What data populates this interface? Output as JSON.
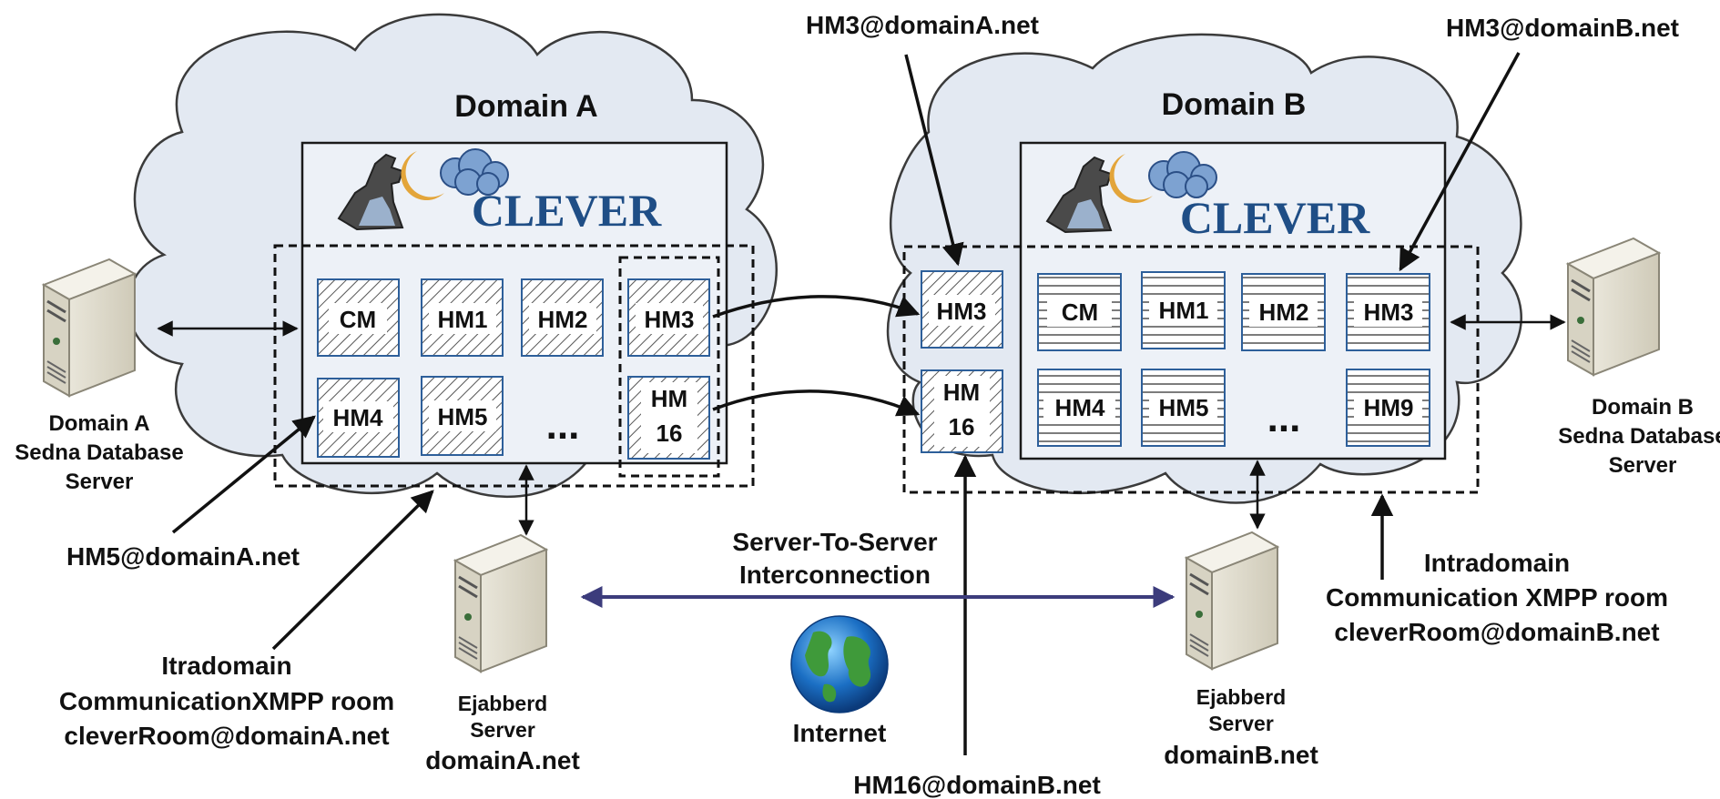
{
  "domainA": {
    "title": "Domain A",
    "brand": "CLEVER",
    "nodes": [
      "CM",
      "HM1",
      "HM2",
      "HM3",
      "HM4",
      "HM5",
      "HM",
      "16"
    ],
    "ellipsis": "...",
    "db_label": [
      "Domain A",
      "Sedna Database",
      "Server"
    ],
    "ejabberd_label": [
      "Ejabberd",
      "Server"
    ],
    "ejabberd_domain": "domainA.net",
    "hm5_jid": "HM5@domainA.net",
    "room_label": [
      "Itradomain",
      "CommunicationXMPP room",
      "cleverRoom@domainA.net"
    ]
  },
  "domainB": {
    "title": "Domain B",
    "brand": "CLEVER",
    "nodes": [
      "CM",
      "HM1",
      "HM2",
      "HM3",
      "HM4",
      "HM5",
      "HM9"
    ],
    "ellipsis": "...",
    "guests": [
      "HM3",
      "HM",
      "16"
    ],
    "db_label": [
      "Domain B",
      "Sedna Database",
      "Server"
    ],
    "ejabberd_label": [
      "Ejabberd",
      "Server"
    ],
    "ejabberd_domain": "domainB.net",
    "room_label": [
      "Intradomain",
      "Communication XMPP room",
      "cleverRoom@domainB.net"
    ]
  },
  "callouts": {
    "hm3_domainA": "HM3@domainA.net",
    "hm3_domainB": "HM3@domainB.net",
    "hm16_domainB": "HM16@domainB.net"
  },
  "interconnect": [
    "Server-To-Server",
    "Interconnection"
  ],
  "internet": "Internet",
  "colors": {
    "cloud_fill": "#e3e9f2",
    "cloud_stroke": "#3b3b3b",
    "brand": "#1f4e86",
    "link": "#3c3c7c",
    "box_stroke": "#2d5f9a"
  }
}
